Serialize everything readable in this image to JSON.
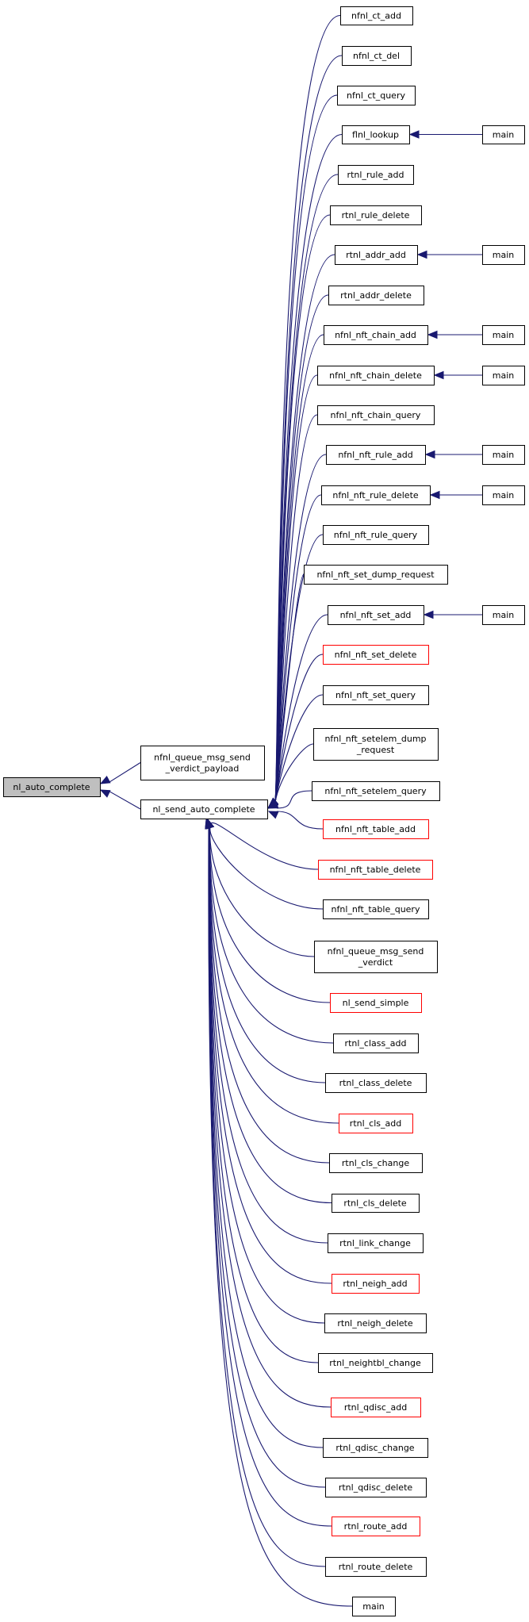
{
  "colors": {
    "edge": "#191970",
    "arrow": "#191970",
    "box_border": "#000000",
    "box_border_highlight": "#ff0000",
    "root_fill": "#bfbfbf",
    "node_fill": "#ffffff"
  },
  "nodes": {
    "nl_auto_complete": {
      "lines": [
        "nl_auto_complete"
      ],
      "style": "root"
    },
    "nfnl_queue_msg_send_verdict_payload": {
      "lines": [
        "nfnl_queue_msg_send",
        "_verdict_payload"
      ],
      "style": "normal"
    },
    "nl_send_auto_complete": {
      "lines": [
        "nl_send_auto_complete"
      ],
      "style": "normal"
    },
    "nfnl_ct_add": {
      "lines": [
        "nfnl_ct_add"
      ],
      "style": "normal"
    },
    "nfnl_ct_del": {
      "lines": [
        "nfnl_ct_del"
      ],
      "style": "normal"
    },
    "nfnl_ct_query": {
      "lines": [
        "nfnl_ct_query"
      ],
      "style": "normal"
    },
    "flnl_lookup": {
      "lines": [
        "flnl_lookup"
      ],
      "style": "normal"
    },
    "rtnl_rule_add": {
      "lines": [
        "rtnl_rule_add"
      ],
      "style": "normal"
    },
    "rtnl_rule_delete": {
      "lines": [
        "rtnl_rule_delete"
      ],
      "style": "normal"
    },
    "rtnl_addr_add": {
      "lines": [
        "rtnl_addr_add"
      ],
      "style": "normal"
    },
    "rtnl_addr_delete": {
      "lines": [
        "rtnl_addr_delete"
      ],
      "style": "normal"
    },
    "nfnl_nft_chain_add": {
      "lines": [
        "nfnl_nft_chain_add"
      ],
      "style": "normal"
    },
    "nfnl_nft_chain_delete": {
      "lines": [
        "nfnl_nft_chain_delete"
      ],
      "style": "normal"
    },
    "nfnl_nft_chain_query": {
      "lines": [
        "nfnl_nft_chain_query"
      ],
      "style": "normal"
    },
    "nfnl_nft_rule_add": {
      "lines": [
        "nfnl_nft_rule_add"
      ],
      "style": "normal"
    },
    "nfnl_nft_rule_delete": {
      "lines": [
        "nfnl_nft_rule_delete"
      ],
      "style": "normal"
    },
    "nfnl_nft_rule_query": {
      "lines": [
        "nfnl_nft_rule_query"
      ],
      "style": "normal"
    },
    "nfnl_nft_set_dump_request": {
      "lines": [
        "nfnl_nft_set_dump_request"
      ],
      "style": "normal"
    },
    "nfnl_nft_set_add": {
      "lines": [
        "nfnl_nft_set_add"
      ],
      "style": "normal"
    },
    "nfnl_nft_set_delete": {
      "lines": [
        "nfnl_nft_set_delete"
      ],
      "style": "highlight"
    },
    "nfnl_nft_set_query": {
      "lines": [
        "nfnl_nft_set_query"
      ],
      "style": "normal"
    },
    "nfnl_nft_setelem_dump_request": {
      "lines": [
        "nfnl_nft_setelem_dump",
        "_request"
      ],
      "style": "normal"
    },
    "nfnl_nft_setelem_query": {
      "lines": [
        "nfnl_nft_setelem_query"
      ],
      "style": "normal"
    },
    "nfnl_nft_table_add": {
      "lines": [
        "nfnl_nft_table_add"
      ],
      "style": "highlight"
    },
    "nfnl_nft_table_delete": {
      "lines": [
        "nfnl_nft_table_delete"
      ],
      "style": "highlight"
    },
    "nfnl_nft_table_query": {
      "lines": [
        "nfnl_nft_table_query"
      ],
      "style": "normal"
    },
    "nfnl_queue_msg_send_verdict": {
      "lines": [
        "nfnl_queue_msg_send",
        "_verdict"
      ],
      "style": "normal"
    },
    "nl_send_simple": {
      "lines": [
        "nl_send_simple"
      ],
      "style": "highlight"
    },
    "rtnl_class_add": {
      "lines": [
        "rtnl_class_add"
      ],
      "style": "normal"
    },
    "rtnl_class_delete": {
      "lines": [
        "rtnl_class_delete"
      ],
      "style": "normal"
    },
    "rtnl_cls_add": {
      "lines": [
        "rtnl_cls_add"
      ],
      "style": "highlight"
    },
    "rtnl_cls_change": {
      "lines": [
        "rtnl_cls_change"
      ],
      "style": "normal"
    },
    "rtnl_cls_delete": {
      "lines": [
        "rtnl_cls_delete"
      ],
      "style": "normal"
    },
    "rtnl_link_change": {
      "lines": [
        "rtnl_link_change"
      ],
      "style": "normal"
    },
    "rtnl_neigh_add": {
      "lines": [
        "rtnl_neigh_add"
      ],
      "style": "highlight"
    },
    "rtnl_neigh_delete": {
      "lines": [
        "rtnl_neigh_delete"
      ],
      "style": "normal"
    },
    "rtnl_neightbl_change": {
      "lines": [
        "rtnl_neightbl_change"
      ],
      "style": "normal"
    },
    "rtnl_qdisc_add": {
      "lines": [
        "rtnl_qdisc_add"
      ],
      "style": "highlight"
    },
    "rtnl_qdisc_change": {
      "lines": [
        "rtnl_qdisc_change"
      ],
      "style": "normal"
    },
    "rtnl_qdisc_delete": {
      "lines": [
        "rtnl_qdisc_delete"
      ],
      "style": "normal"
    },
    "rtnl_route_add": {
      "lines": [
        "rtnl_route_add"
      ],
      "style": "highlight"
    },
    "rtnl_route_delete": {
      "lines": [
        "rtnl_route_delete"
      ],
      "style": "normal"
    },
    "main_bottom": {
      "lines": [
        "main"
      ],
      "style": "normal"
    },
    "main_flnl_lookup": {
      "lines": [
        "main"
      ],
      "style": "normal"
    },
    "main_rtnl_addr_add": {
      "lines": [
        "main"
      ],
      "style": "normal"
    },
    "main_nfnl_nft_chain_add": {
      "lines": [
        "main"
      ],
      "style": "normal"
    },
    "main_nfnl_nft_chain_delete": {
      "lines": [
        "main"
      ],
      "style": "normal"
    },
    "main_nfnl_nft_rule_add": {
      "lines": [
        "main"
      ],
      "style": "normal"
    },
    "main_nfnl_nft_rule_delete": {
      "lines": [
        "main"
      ],
      "style": "normal"
    },
    "main_nfnl_nft_set_add": {
      "lines": [
        "main"
      ],
      "style": "normal"
    }
  },
  "edges": [
    {
      "from": "nfnl_queue_msg_send_verdict_payload",
      "to": "nl_auto_complete"
    },
    {
      "from": "nl_send_auto_complete",
      "to": "nl_auto_complete"
    },
    {
      "from": "nfnl_ct_add",
      "to": "nl_send_auto_complete"
    },
    {
      "from": "nfnl_ct_del",
      "to": "nl_send_auto_complete"
    },
    {
      "from": "nfnl_ct_query",
      "to": "nl_send_auto_complete"
    },
    {
      "from": "flnl_lookup",
      "to": "nl_send_auto_complete"
    },
    {
      "from": "rtnl_rule_add",
      "to": "nl_send_auto_complete"
    },
    {
      "from": "rtnl_rule_delete",
      "to": "nl_send_auto_complete"
    },
    {
      "from": "rtnl_addr_add",
      "to": "nl_send_auto_complete"
    },
    {
      "from": "rtnl_addr_delete",
      "to": "nl_send_auto_complete"
    },
    {
      "from": "nfnl_nft_chain_add",
      "to": "nl_send_auto_complete"
    },
    {
      "from": "nfnl_nft_chain_delete",
      "to": "nl_send_auto_complete"
    },
    {
      "from": "nfnl_nft_chain_query",
      "to": "nl_send_auto_complete"
    },
    {
      "from": "nfnl_nft_rule_add",
      "to": "nl_send_auto_complete"
    },
    {
      "from": "nfnl_nft_rule_delete",
      "to": "nl_send_auto_complete"
    },
    {
      "from": "nfnl_nft_rule_query",
      "to": "nl_send_auto_complete"
    },
    {
      "from": "nfnl_nft_set_dump_request",
      "to": "nl_send_auto_complete"
    },
    {
      "from": "nfnl_nft_set_add",
      "to": "nl_send_auto_complete"
    },
    {
      "from": "nfnl_nft_set_delete",
      "to": "nl_send_auto_complete"
    },
    {
      "from": "nfnl_nft_set_query",
      "to": "nl_send_auto_complete"
    },
    {
      "from": "nfnl_nft_setelem_dump_request",
      "to": "nl_send_auto_complete"
    },
    {
      "from": "nfnl_nft_setelem_query",
      "to": "nl_send_auto_complete"
    },
    {
      "from": "nfnl_nft_table_add",
      "to": "nl_send_auto_complete"
    },
    {
      "from": "nfnl_nft_table_delete",
      "to": "nl_send_auto_complete"
    },
    {
      "from": "nfnl_nft_table_query",
      "to": "nl_send_auto_complete"
    },
    {
      "from": "nfnl_queue_msg_send_verdict",
      "to": "nl_send_auto_complete"
    },
    {
      "from": "nl_send_simple",
      "to": "nl_send_auto_complete"
    },
    {
      "from": "rtnl_class_add",
      "to": "nl_send_auto_complete"
    },
    {
      "from": "rtnl_class_delete",
      "to": "nl_send_auto_complete"
    },
    {
      "from": "rtnl_cls_add",
      "to": "nl_send_auto_complete"
    },
    {
      "from": "rtnl_cls_change",
      "to": "nl_send_auto_complete"
    },
    {
      "from": "rtnl_cls_delete",
      "to": "nl_send_auto_complete"
    },
    {
      "from": "rtnl_link_change",
      "to": "nl_send_auto_complete"
    },
    {
      "from": "rtnl_neigh_add",
      "to": "nl_send_auto_complete"
    },
    {
      "from": "rtnl_neigh_delete",
      "to": "nl_send_auto_complete"
    },
    {
      "from": "rtnl_neightbl_change",
      "to": "nl_send_auto_complete"
    },
    {
      "from": "rtnl_qdisc_add",
      "to": "nl_send_auto_complete"
    },
    {
      "from": "rtnl_qdisc_change",
      "to": "nl_send_auto_complete"
    },
    {
      "from": "rtnl_qdisc_delete",
      "to": "nl_send_auto_complete"
    },
    {
      "from": "rtnl_route_add",
      "to": "nl_send_auto_complete"
    },
    {
      "from": "rtnl_route_delete",
      "to": "nl_send_auto_complete"
    },
    {
      "from": "main_bottom",
      "to": "nl_send_auto_complete"
    },
    {
      "from": "main_flnl_lookup",
      "to": "flnl_lookup"
    },
    {
      "from": "main_rtnl_addr_add",
      "to": "rtnl_addr_add"
    },
    {
      "from": "main_nfnl_nft_chain_add",
      "to": "nfnl_nft_chain_add"
    },
    {
      "from": "main_nfnl_nft_chain_delete",
      "to": "nfnl_nft_chain_delete"
    },
    {
      "from": "main_nfnl_nft_rule_add",
      "to": "nfnl_nft_rule_add"
    },
    {
      "from": "main_nfnl_nft_rule_delete",
      "to": "nfnl_nft_rule_delete"
    },
    {
      "from": "main_nfnl_nft_set_add",
      "to": "nfnl_nft_set_add"
    }
  ]
}
